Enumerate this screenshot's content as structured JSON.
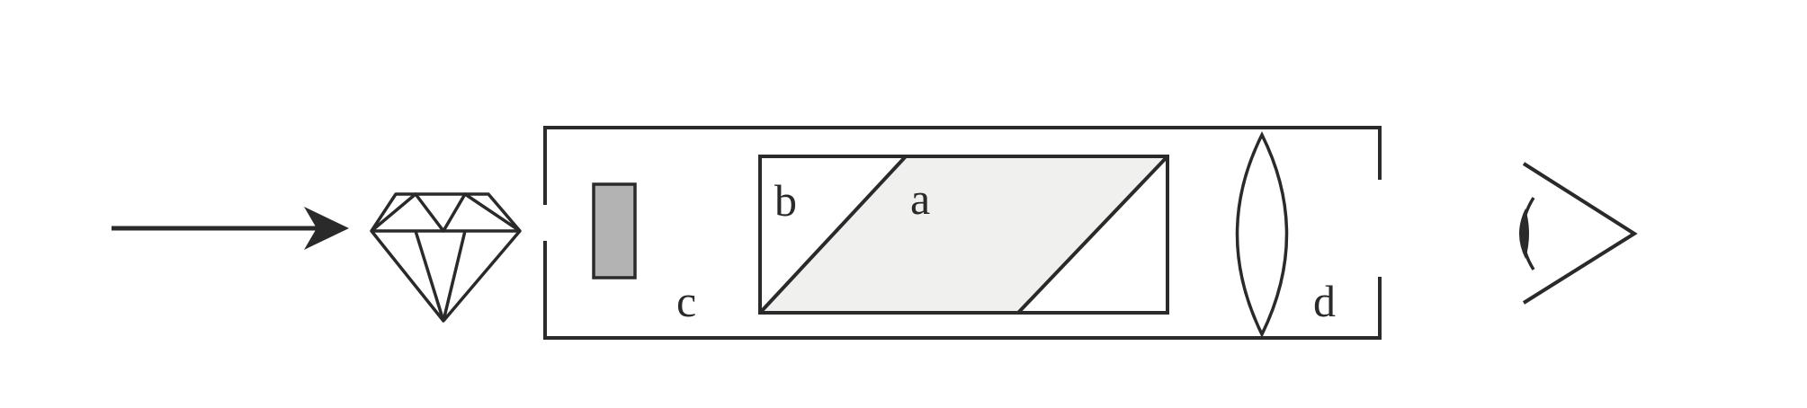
{
  "labels": {
    "a": "a",
    "b": "b",
    "c": "c",
    "d": "d"
  },
  "colors": {
    "stroke": "#2a2a2a",
    "prism_fill": "#f0f0ee",
    "filter_fill": "#b3b3b3",
    "background": "#ffffff"
  },
  "icons": [
    "arrow-icon",
    "gemstone-icon",
    "eye-icon"
  ]
}
